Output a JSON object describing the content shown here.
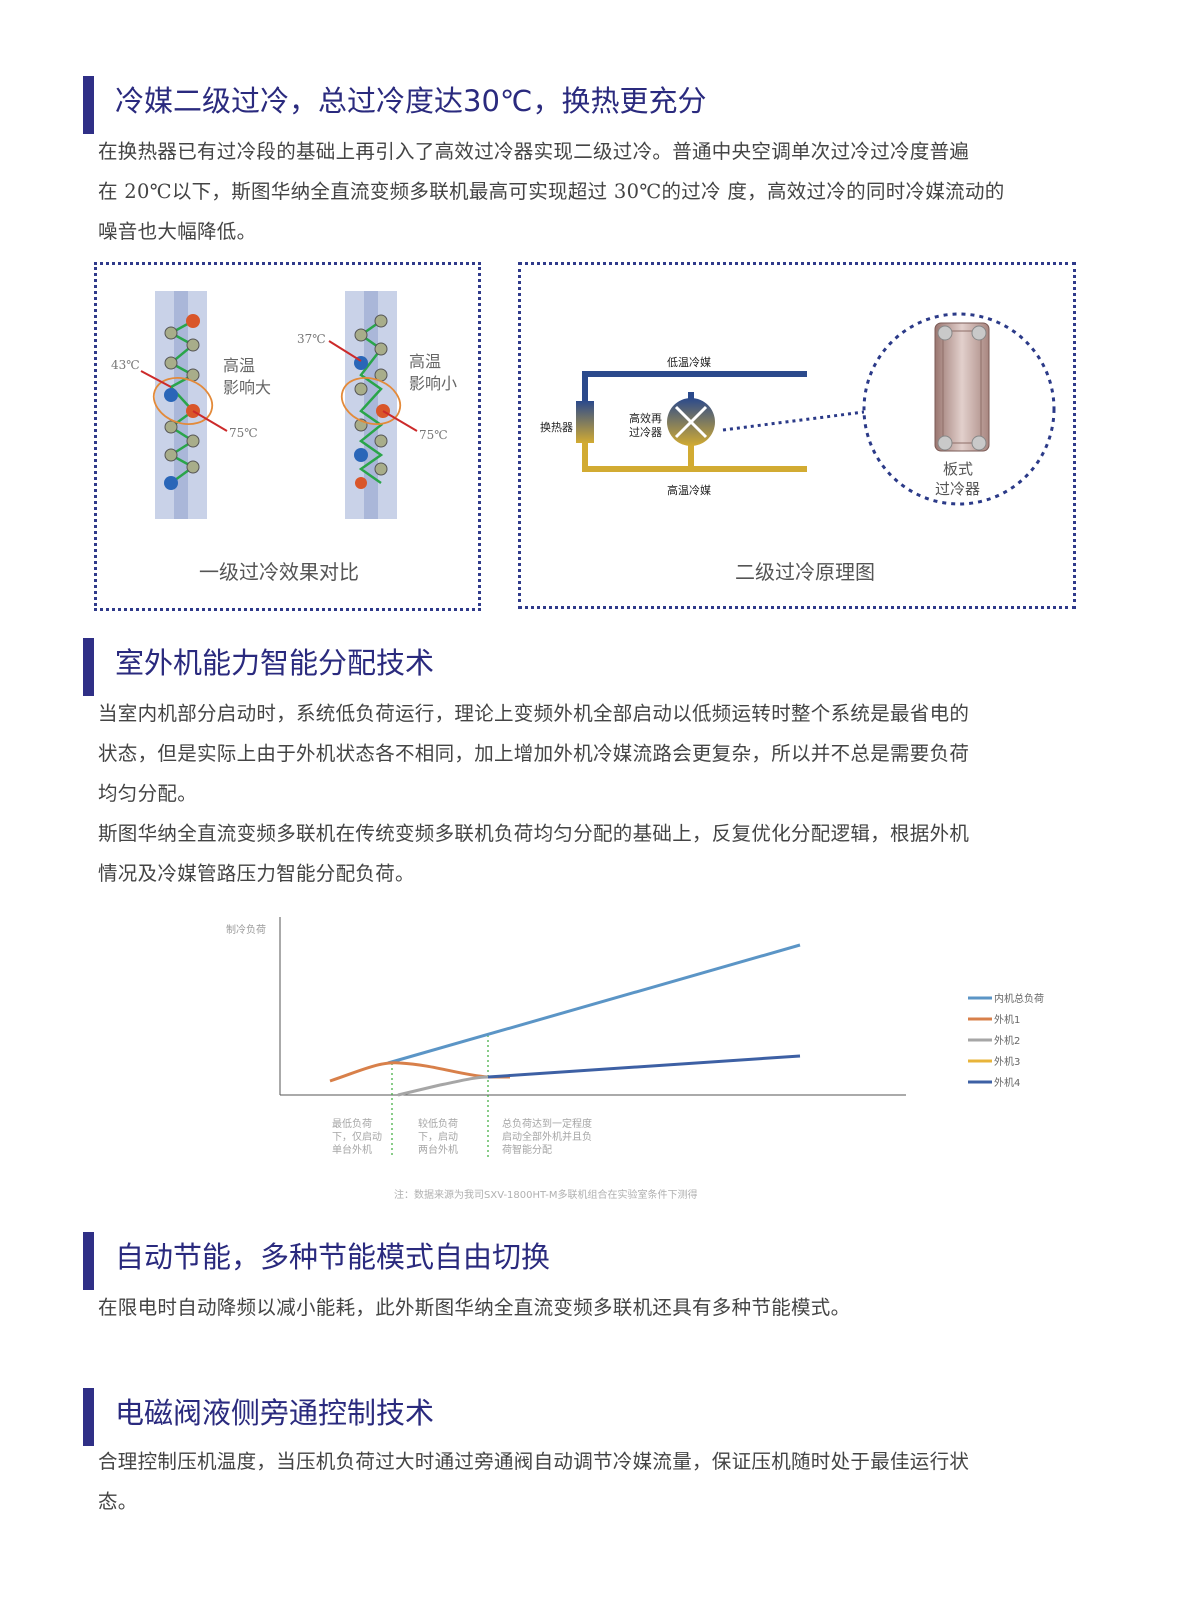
{
  "sections": [
    {
      "title": "冷媒二级过冷，总过冷度达30℃，换热更充分",
      "paragraph_lines": [
        "在换热器已有过冷段的基础上再引入了高效过冷器实现二级过冷。普通中央空调单次过冷过冷度普遍",
        "在 20℃以下，斯图华纳全直流变频多联机最高可实现超过 30℃的过冷 度，高效过冷的同时冷媒流动的",
        "噪音也大幅降低。"
      ]
    },
    {
      "title": "室外机能力智能分配技术",
      "paragraph_lines": [
        "当室内机部分启动时，系统低负荷运行，理论上变频外机全部启动以低频运转时整个系统是最省电的",
        "状态，但是实际上由于外机状态各不相同，加上增加外机冷媒流路会更复杂，所以并不总是需要负荷",
        "均匀分配。",
        "斯图华纳全直流变频多联机在传统变频多联机负荷均匀分配的基础上，反复优化分配逻辑，根据外机",
        "情况及冷媒管路压力智能分配负荷。"
      ]
    },
    {
      "title": "自动节能，多种节能模式自由切换",
      "paragraph_lines": [
        "在限电时自动降频以减小能耗，此外斯图华纳全直流变频多联机还具有多种节能模式。"
      ]
    },
    {
      "title": "电磁阀液侧旁通控制技术",
      "paragraph_lines": [
        "合理控制压机温度，当压机负荷过大时通过旁通阀自动调节冷媒流量，保证压机随时处于最佳运行状",
        "态。"
      ]
    }
  ],
  "figure1": {
    "caption": "一级过冷效果对比",
    "left": {
      "temp_in": "43℃",
      "temp_out": "75℃",
      "label_line1": "高温",
      "label_line2": "影响大"
    },
    "right": {
      "temp_in": "37℃",
      "temp_out": "75℃",
      "label_line1": "高温",
      "label_line2": "影响小"
    }
  },
  "figure2": {
    "caption": "二级过冷原理图",
    "heat_exchanger": "换热器",
    "low_temp_refrigerant": "低温冷媒",
    "high_temp_refrigerant": "高温冷媒",
    "subcooler_line1": "高效再",
    "subcooler_line2": "过冷器",
    "plate_line1": "板式",
    "plate_line2": "过冷器",
    "colors": {
      "low": "#2b4a8c",
      "high": "#d2ab32"
    }
  },
  "chart_data": {
    "type": "line",
    "ylabel": "制冷负荷",
    "legend_position": "right",
    "series": [
      {
        "name": "内机总负荷",
        "color": "#5b95c6"
      },
      {
        "name": "外机1",
        "color": "#d8804a"
      },
      {
        "name": "外机2",
        "color": "#a6a6a6"
      },
      {
        "name": "外机3",
        "color": "#e8b43a"
      },
      {
        "name": "外机4",
        "color": "#3d60a4"
      }
    ],
    "phases": [
      [
        "最低负荷",
        "下，仅启动",
        "单台外机"
      ],
      [
        "较低负荷",
        "下，启动",
        "两台外机"
      ],
      [
        "总负荷达到一定程度",
        "启动全部外机并且负",
        "荷智能分配"
      ]
    ],
    "note": "注：数据来源为我司SXV-1800HT-M多联机组合在实验室条件下测得"
  }
}
